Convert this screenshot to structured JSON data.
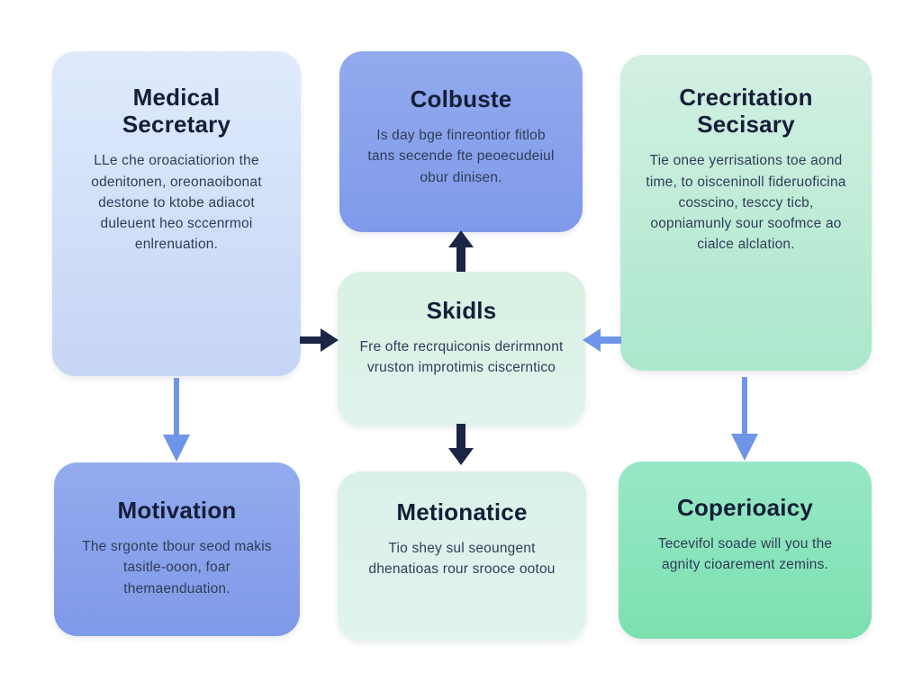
{
  "palette": {
    "background": "#ffffff",
    "title_color": "#151e38",
    "body_color": "#2f3d58",
    "arrow_dark": "#1b2545",
    "arrow_blue": "#6e95e8"
  },
  "nodes": {
    "medical": {
      "title": "Medical Secretary",
      "body": "LLe che oroaciatiorion the odenitonen, oreonaoibonat destone to ktobe adiacot duleuent heo sccenrmoi enlrenuation.",
      "bg_top": "#dfeafc",
      "bg_bottom": "#c5d5f4"
    },
    "colbuste": {
      "title": "Colbuste",
      "body": "Is day bge finreontior fitlob tans secende fte peoecudeiul obur dinisen.",
      "bg_top": "#93aaee",
      "bg_bottom": "#7f9ae9"
    },
    "crecritation": {
      "title": "Crecritation Secisary",
      "body": "Tie onee yerrisations toe aond time, to oisceninoll fideruoficina cosscino, tesccy ticb, oopniamunly sour soofmce ao cialce alclation.",
      "bg_top": "#d3f0e2",
      "bg_bottom": "#abe7cc"
    },
    "skidls": {
      "title": "Skidls",
      "body": "Fre ofte recrquiconis derirmnont vruston improtimis ciscerntico",
      "bg_top": "#d8f1e3",
      "bg_bottom": "#e0f4ec"
    },
    "motivation": {
      "title": "Motivation",
      "body": "The srgonte tbour seod makis tasitle-ooon, foar themaenduation.",
      "bg_top": "#94abee",
      "bg_bottom": "#7e99e8"
    },
    "metionatice": {
      "title": "Metionatice",
      "body": "Tio shey sul seoungent dhenatioas rour srooce ootou",
      "bg_top": "#d9f1e8",
      "bg_bottom": "#e1f4ee"
    },
    "coperioaicy": {
      "title": "Coperioaicy",
      "body": "Tecevifol soade will you the agnity cioarement zemins.",
      "bg_top": "#97e8c6",
      "bg_bottom": "#7ce0b0"
    }
  },
  "arrows": [
    {
      "id": "arrow-medical-to-skills",
      "direction": "right",
      "style": "dark"
    },
    {
      "id": "arrow-skills-to-colbuste",
      "direction": "up",
      "style": "dark"
    },
    {
      "id": "arrow-crecritation-to-skills",
      "direction": "left",
      "style": "blue"
    },
    {
      "id": "arrow-skills-to-metionatice",
      "direction": "down",
      "style": "dark"
    },
    {
      "id": "arrow-medical-to-motivation",
      "direction": "down",
      "style": "blue"
    },
    {
      "id": "arrow-crecritation-to-coperioaicy",
      "direction": "down",
      "style": "blue"
    }
  ]
}
